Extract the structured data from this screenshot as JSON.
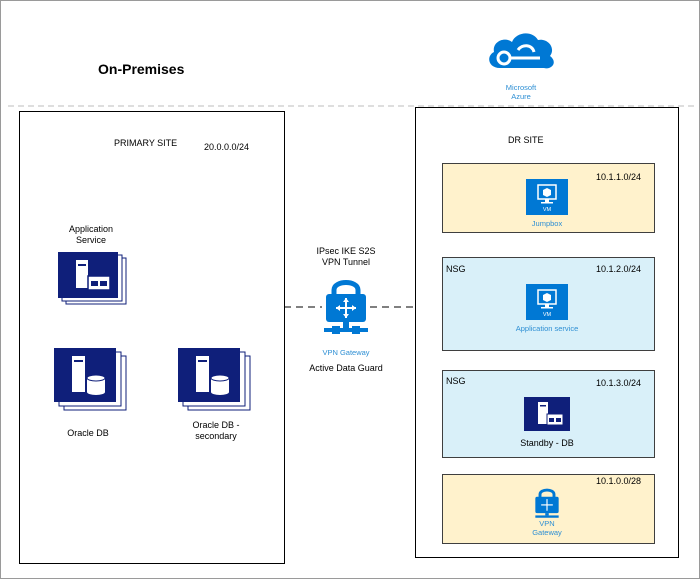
{
  "title": "On-Premises",
  "azure": {
    "brand_line1": "Microsoft",
    "brand_line2": "Azure",
    "brand_color": "#0078d4",
    "icon": "azure-cloud-icon"
  },
  "primary_site": {
    "label": "PRIMARY SITE",
    "cidr": "20.0.0.0/24",
    "app_service_line1": "Application",
    "app_service_line2": "Service",
    "oracle_db": "Oracle DB",
    "oracle_secondary_line1": "Oracle DB -",
    "oracle_secondary_line2": "secondary"
  },
  "tunnel": {
    "line1": "IPsec IKE S2S",
    "line2": "VPN Tunnel",
    "gateway_label": "VPN Gateway",
    "data_guard": "Active Data Guard"
  },
  "dr_site": {
    "label": "DR SITE",
    "subnets": [
      {
        "nsg": "",
        "cidr": "10.1.1.0/24",
        "node_label": "Jumpbox",
        "icon_text": "VM",
        "icon": "vm-icon"
      },
      {
        "nsg": "NSG",
        "cidr": "10.1.2.0/24",
        "node_label": "Application service",
        "icon_text": "VM",
        "icon": "vm-icon"
      },
      {
        "nsg": "NSG",
        "cidr": "10.1.3.0/24",
        "node_label": "Standby - DB",
        "icon_text": "",
        "icon": "server-icon"
      },
      {
        "nsg": "",
        "cidr": "10.1.0.0/28",
        "node_label_line1": "VPN",
        "node_label_line2": "Gateway",
        "icon": "vpn-gateway-icon"
      }
    ]
  },
  "colors": {
    "navy": "#0f1f7a",
    "azure_blue": "#0078d4",
    "label_blue": "#2e8fd4",
    "subnet_yellow": "#fff2cc",
    "subnet_blue": "#d9f0f9"
  }
}
